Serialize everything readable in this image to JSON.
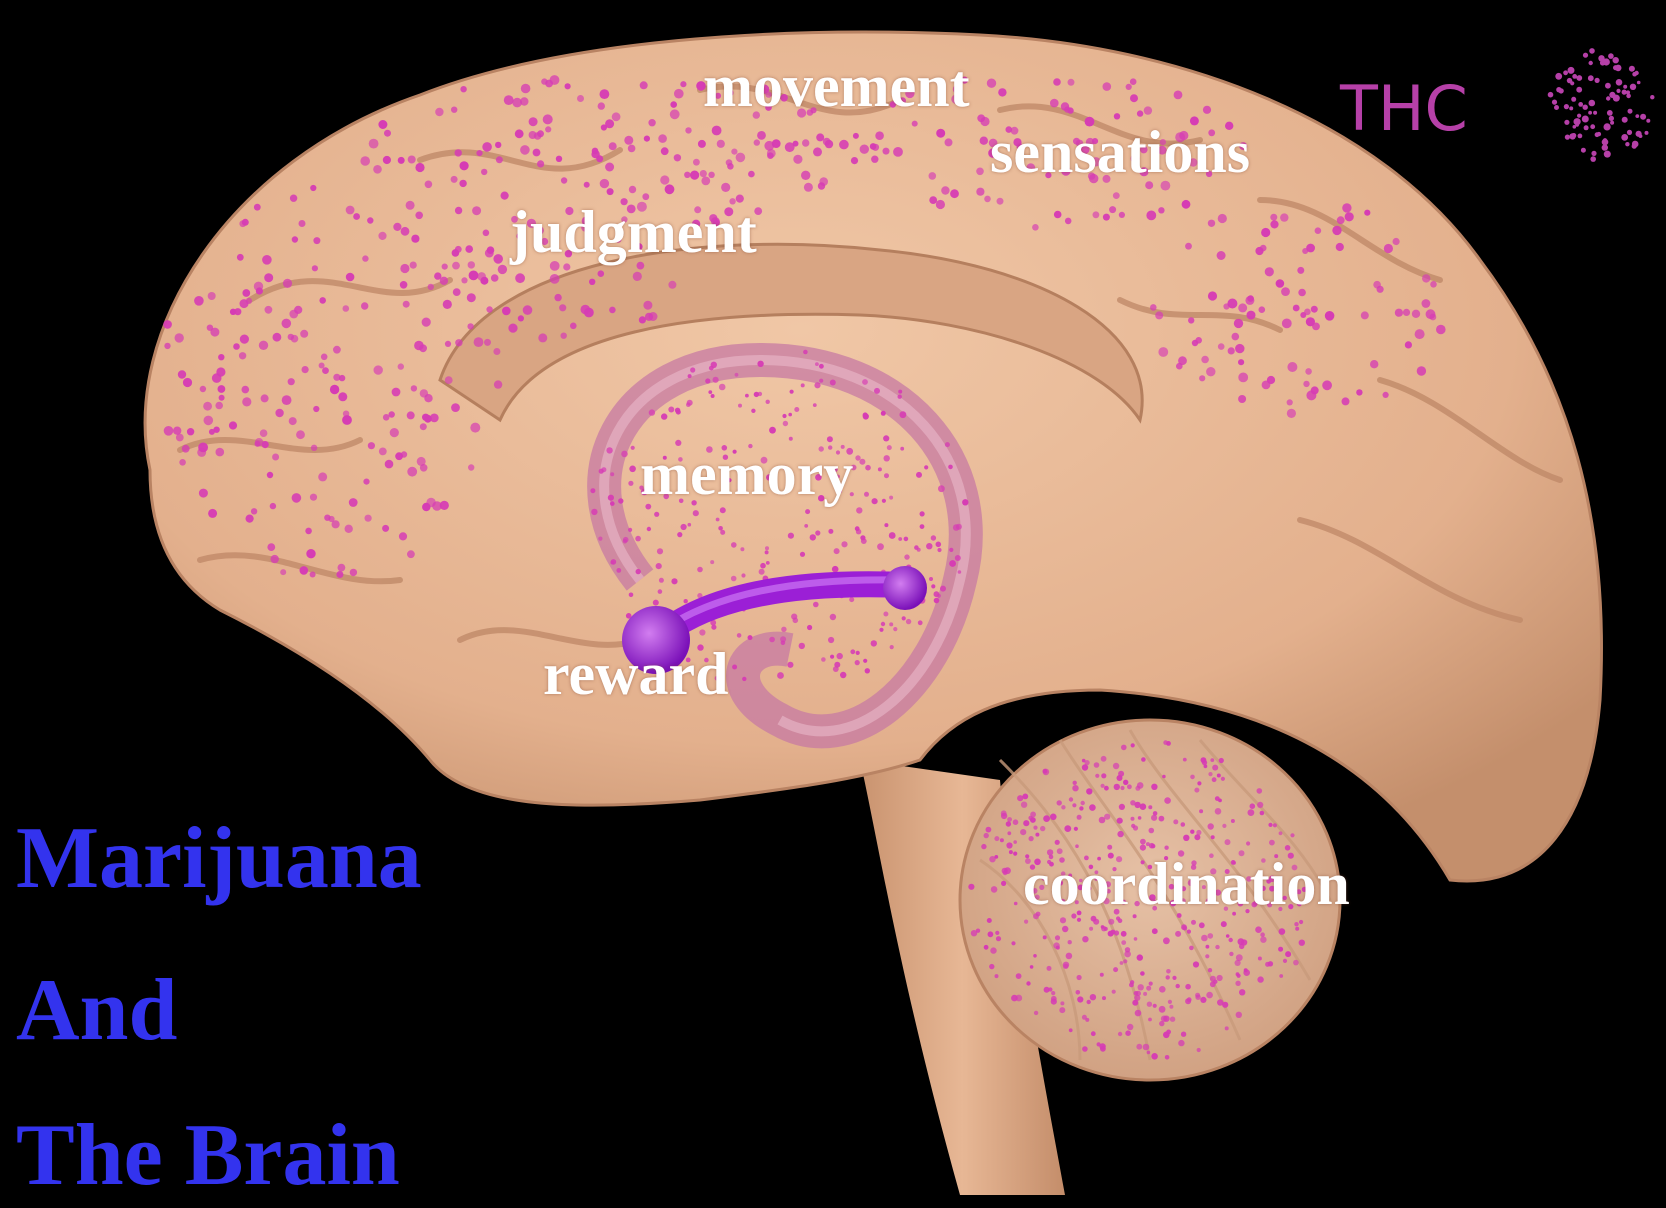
{
  "labels": {
    "movement": "movement",
    "sensations": "sensations",
    "judgment": "judgment",
    "memory": "memory",
    "reward": "reward",
    "coordination": "coordination"
  },
  "legend": {
    "thc": "THC"
  },
  "title": {
    "line1": "Marijuana",
    "line2": "And",
    "line3": "The Brain"
  },
  "colors": {
    "background": "#000000",
    "brain": "#e8b896",
    "brain_shadow": "#c9936f",
    "receptor_dots": "#d63cb4",
    "title": "#3333ee",
    "label": "#ffffff",
    "thc": "#b640a8",
    "pathway": "#9b1fd6"
  }
}
